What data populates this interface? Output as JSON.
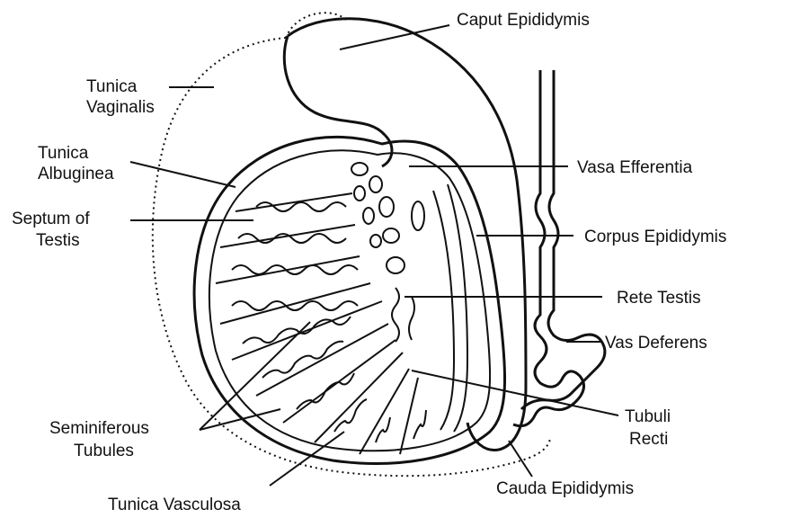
{
  "labels": {
    "caput_epididymis": "Caput Epididymis",
    "tunica_vaginalis_1": "Tunica",
    "tunica_vaginalis_2": "Vaginalis",
    "tunica_albuginea_1": "Tunica",
    "tunica_albuginea_2": "Albuginea",
    "septum_1": "Septum of",
    "septum_2": "Testis",
    "vasa_efferentia": "Vasa Efferentia",
    "corpus_epididymis": "Corpus Epididymis",
    "rete_testis": "Rete Testis",
    "vas_deferens": "Vas Deferens",
    "tubuli_recti_1": "Tubuli",
    "tubuli_recti_2": "Recti",
    "seminiferous_1": "Seminiferous",
    "seminiferous_2": "Tubules",
    "cauda_epididymis": "Cauda Epididymis",
    "tunica_vasculosa": "Tunica Vasculosa"
  }
}
